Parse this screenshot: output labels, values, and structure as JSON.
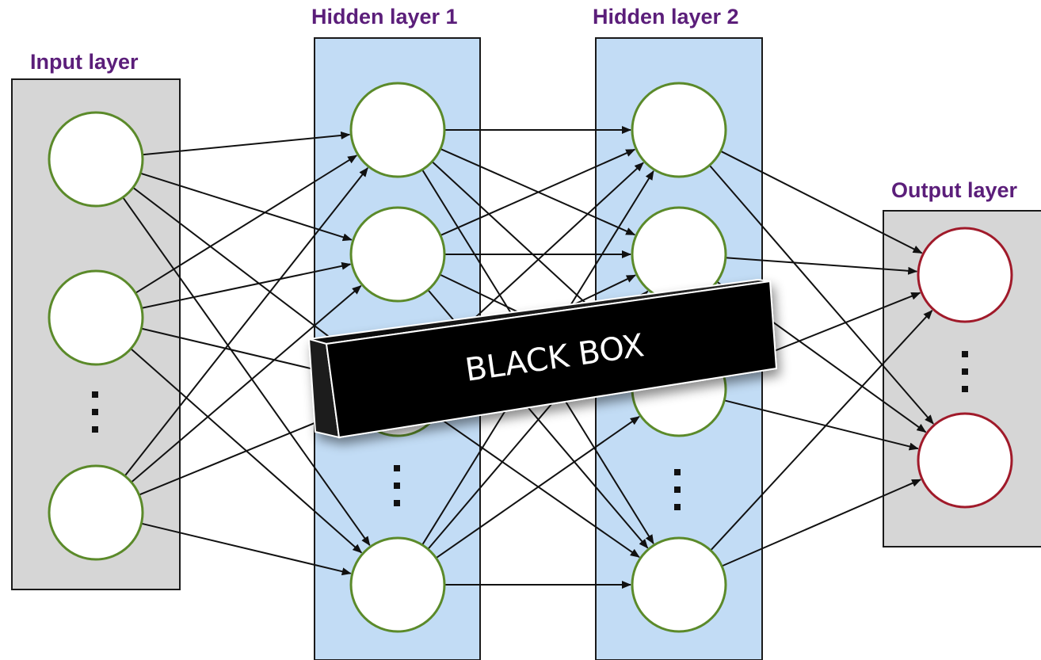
{
  "diagram": {
    "labels": {
      "input": "Input layer",
      "hidden1": "Hidden layer 1",
      "hidden2": "Hidden layer 2",
      "output": "Output layer"
    },
    "black_box_text": "BLACK BOX",
    "colors": {
      "label": "#5b1e7a",
      "input_panel": "#d6d6d6",
      "hidden_panel": "#c2dcf5",
      "output_panel": "#d6d6d6",
      "hidden_node_stroke": "#5b8a2a",
      "output_node_stroke": "#a01a2a",
      "black_box": "#0a0a0a"
    }
  }
}
